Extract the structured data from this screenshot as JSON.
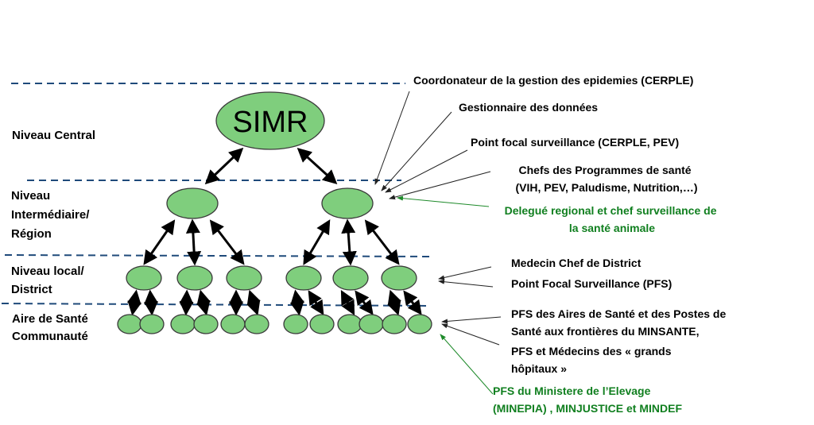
{
  "diagram": {
    "central_node": "SIMR",
    "levels": [
      {
        "lines": [
          "Niveau Central"
        ]
      },
      {
        "lines": [
          "Niveau",
          "Intermédiaire/",
          "Région"
        ]
      },
      {
        "lines": [
          "Niveau local/",
          "District"
        ]
      },
      {
        "lines": [
          "Aire de Santé",
          "Communauté"
        ]
      }
    ],
    "regional_nodes": 2,
    "districts_per_region": 3,
    "communities_per_district": 2,
    "annotations": {
      "central_regional": [
        {
          "lines": [
            "Coordonateur de la gestion des epidemies (CERPLE)"
          ],
          "color": "#000000"
        },
        {
          "lines": [
            "Gestionnaire des données"
          ],
          "color": "#000000"
        },
        {
          "lines": [
            "Point focal surveillance (CERPLE, PEV)"
          ],
          "color": "#000000"
        },
        {
          "lines": [
            "Chefs des Programmes  de santé",
            "(VIH, PEV, Paludisme, Nutrition,…)"
          ],
          "color": "#000000"
        },
        {
          "lines": [
            "Delegué regional et chef surveillance de",
            "la santé animale"
          ],
          "color": "#107f1f"
        }
      ],
      "district": [
        {
          "lines": [
            "Medecin Chef de District"
          ],
          "color": "#000000"
        },
        {
          "lines": [
            "Point Focal Surveillance (PFS)"
          ],
          "color": "#000000"
        }
      ],
      "community": [
        {
          "lines": [
            "PFS des Aires de Santé et des Postes de",
            "Santé aux frontières du MINSANTE,"
          ],
          "color": "#000000"
        },
        {
          "lines": [
            "PFS et Médecins des « grands",
            "hôpitaux »"
          ],
          "color": "#000000"
        },
        {
          "lines": [
            "PFS du Ministere de l’Elevage",
            "(MINEPIA) , MINJUSTICE et MINDEF"
          ],
          "color": "#107f1f"
        }
      ]
    },
    "colors": {
      "node_fill": "#7fce7d",
      "divider": "#1f4a7a",
      "accent_green": "#107f1f"
    }
  }
}
